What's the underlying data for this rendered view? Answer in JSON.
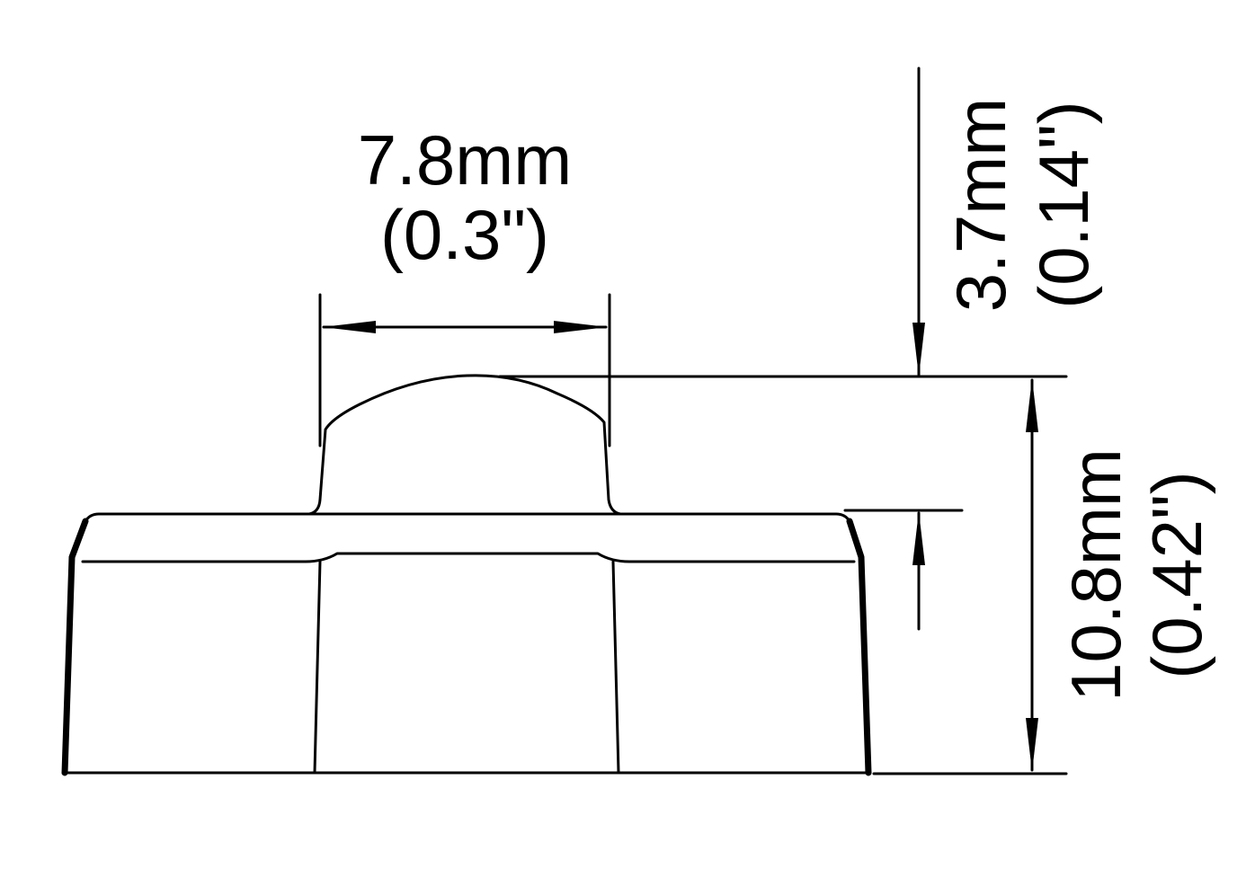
{
  "dimensions": {
    "width": {
      "value": "7.8mm",
      "imperial": "(0.3\")"
    },
    "top_height": {
      "value": "3.7mm",
      "imperial": "(0.14\")"
    },
    "total_height": {
      "value": "10.8mm",
      "imperial": "(0.42\")"
    }
  },
  "colors": {
    "line": "#000000",
    "background": "#ffffff"
  }
}
